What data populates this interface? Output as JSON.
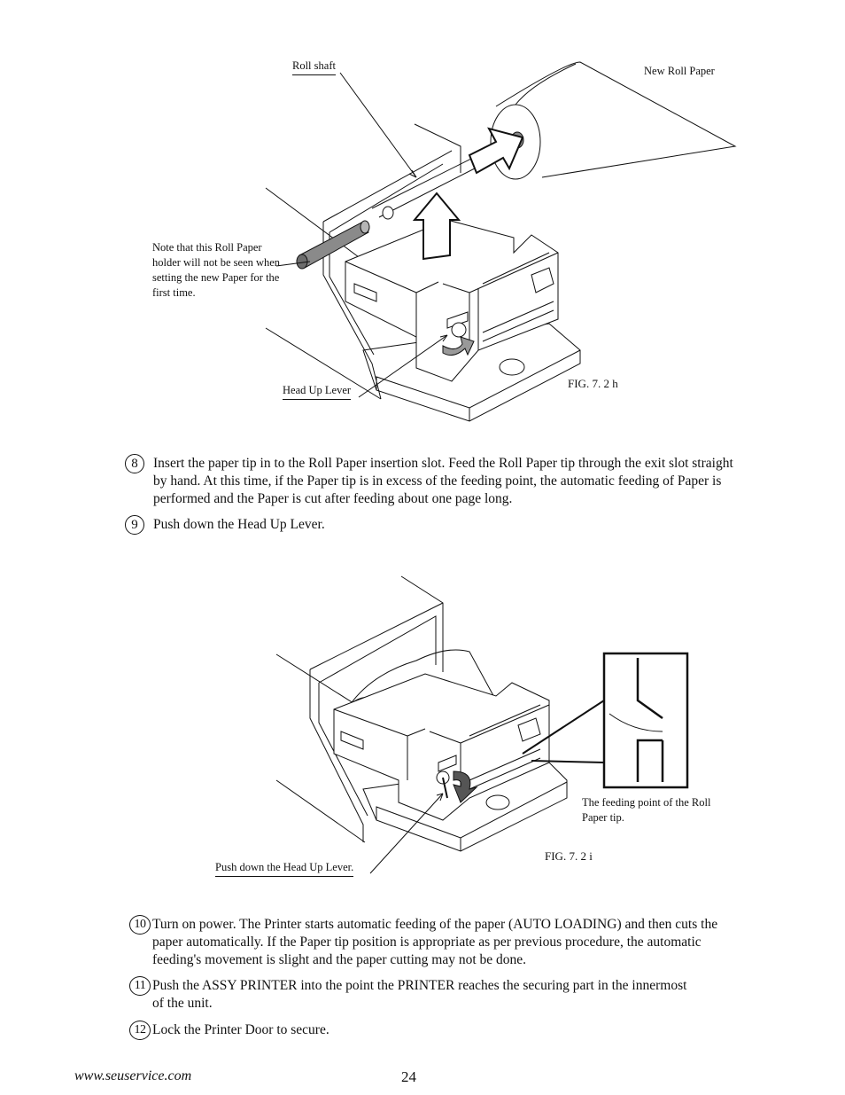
{
  "figure_h": {
    "caption": "FIG. 7. 2 h",
    "labels": {
      "roll_shaft": "Roll shaft",
      "new_roll_paper": "New Roll Paper",
      "note": "Note that this Roll Paper holder will not be seen when setting the new Paper for the first time.",
      "head_up_lever": "Head Up Lever"
    }
  },
  "steps_a": [
    {
      "num": "8",
      "text": "Insert the paper tip in to the Roll Paper insertion slot.  Feed the Roll Paper tip through the exit slot straight by hand.  At this time, if the Paper tip is in excess of the feeding point, the automatic feeding of Paper is performed and the Paper is cut after feeding about one page long."
    },
    {
      "num": "9",
      "text": "Push down the Head Up Lever."
    }
  ],
  "figure_i": {
    "caption": "FIG. 7. 2 i",
    "labels": {
      "feeding_point": "The feeding point of the Roll Paper tip.",
      "push_down": "Push down the Head Up Lever."
    }
  },
  "steps_b": [
    {
      "num": "10",
      "text": "Turn on power.  The Printer starts automatic feeding of the paper (AUTO LOADING) and then cuts the paper automatically.  If the Paper tip position is appropriate as per previous procedure, the automatic feeding's movement is slight and the paper cutting may not be done."
    },
    {
      "num": "11",
      "text": "Push the ASSY PRINTER into the point the PRINTER reaches the securing part in the innermost of the unit."
    },
    {
      "num": "12",
      "text": "Lock the Printer Door to secure."
    }
  ],
  "footer": {
    "website": "www.seuservice.com",
    "page_number": "24"
  }
}
